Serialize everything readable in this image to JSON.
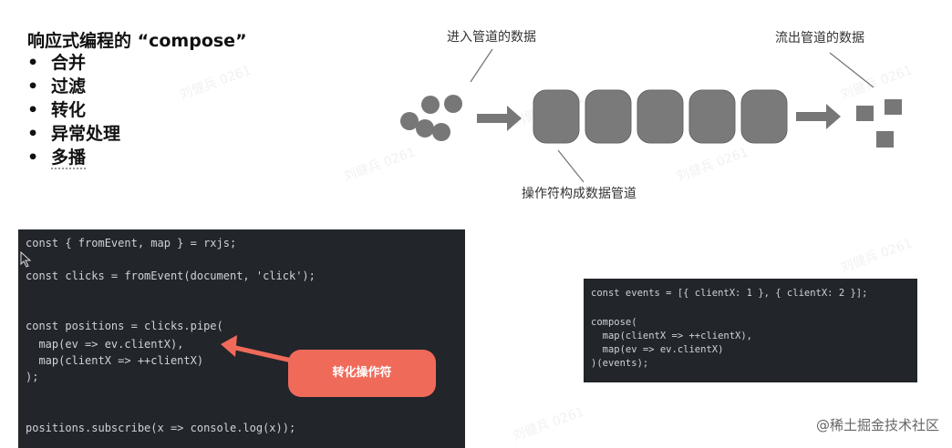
{
  "header": {
    "title": "响应式编程的 “compose”",
    "items": [
      "合并",
      "过滤",
      "转化",
      "异常处理",
      "多播"
    ],
    "bullet": "•"
  },
  "diagram": {
    "input_label": "进入管道的数据",
    "output_label": "流出管道的数据",
    "pipe_label": "操作符构成数据管道"
  },
  "code1": {
    "lines": [
      "const { fromEvent, map } = rxjs;",
      "const clicks = fromEvent(document, 'click');",
      "const positions = clicks.pipe(",
      "  map(ev => ev.clientX),",
      "  map(clientX => ++clientX)",
      ");",
      "positions.subscribe(x => console.log(x));"
    ]
  },
  "annotation": {
    "label": "转化操作符"
  },
  "code2": {
    "lines": [
      "const events = [{ clientX: 1 }, { clientX: 2 }];",
      "compose(",
      "  map(clientX => ++clientX),",
      "  map(ev => ev.clientX)",
      ")(events);"
    ]
  },
  "watermark": {
    "text": "刘健兵 0261"
  },
  "credit": {
    "text": "@稀土掘金技术社区"
  },
  "colors": {
    "code_bg": "#22252a",
    "accent_red": "#f06a5a",
    "pipe_gray": "#7a7a7a"
  }
}
